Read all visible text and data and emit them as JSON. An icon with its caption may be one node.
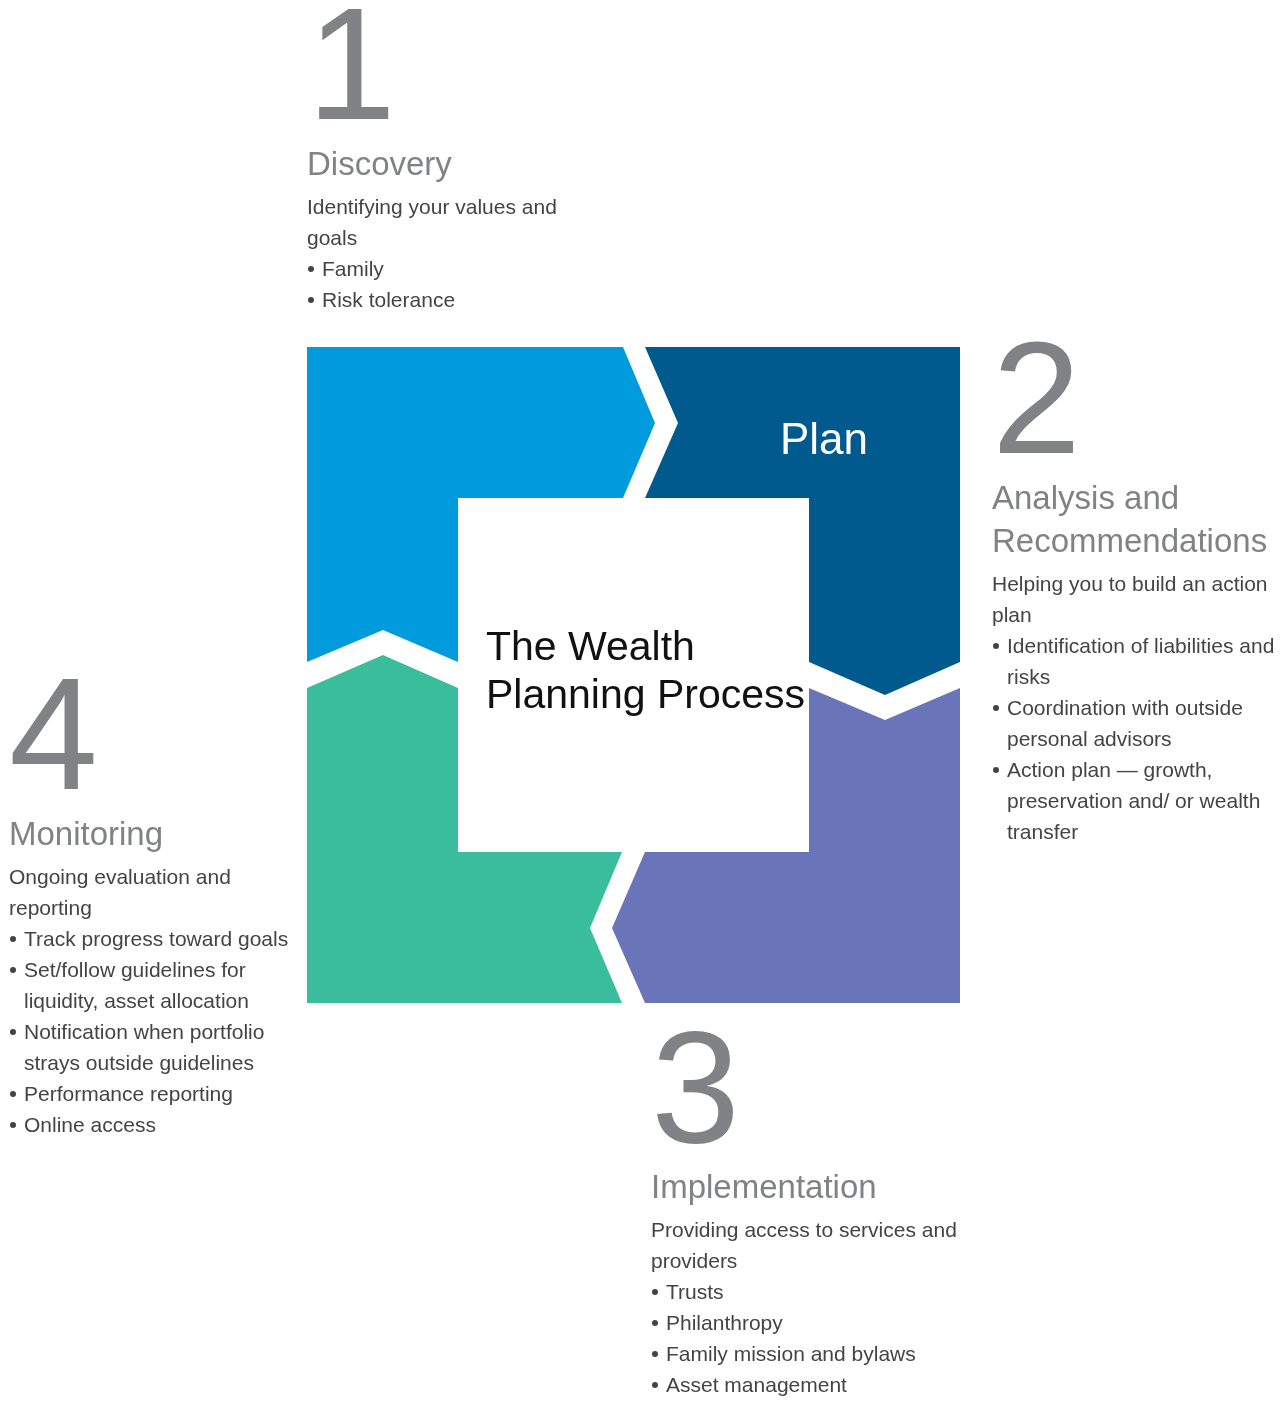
{
  "diagram": {
    "nodes": [
      {
        "text": [],
        "shape": "arrow",
        "beside": [
          "1",
          "Discovery",
          "Identifying your values and goals",
          "Family",
          "Risk tolerance"
        ]
      },
      {
        "text": [
          "Plan"
        ],
        "beside": [
          "2",
          "Analysis and Recommendations",
          "Helping you to build an action plan",
          "Identification of liabilities and risks",
          "Coordination with outside personal advisors",
          "Action plan — growth, preservation and/ or wealth transfer"
        ]
      },
      {
        "text": [],
        "shape": "arrow",
        "beside": [
          "3",
          "Implementation",
          "Providing access to services and providers",
          "Trusts",
          "Philanthropy",
          "Family mission and bylaws",
          "Asset management"
        ]
      },
      {
        "text": [],
        "shape": "arrow",
        "beside": [
          "4",
          "Monitoring",
          "Ongoing evaluation and reporting",
          "Track progress toward goals",
          "Set/follow guidelines for liquidity, asset allocation",
          "Notification when portfolio strays outside guidelines",
          "Performance reporting",
          "Online access"
        ]
      },
      {
        "text": [
          "The Wealth Planning Process"
        ]
      }
    ]
  }
}
